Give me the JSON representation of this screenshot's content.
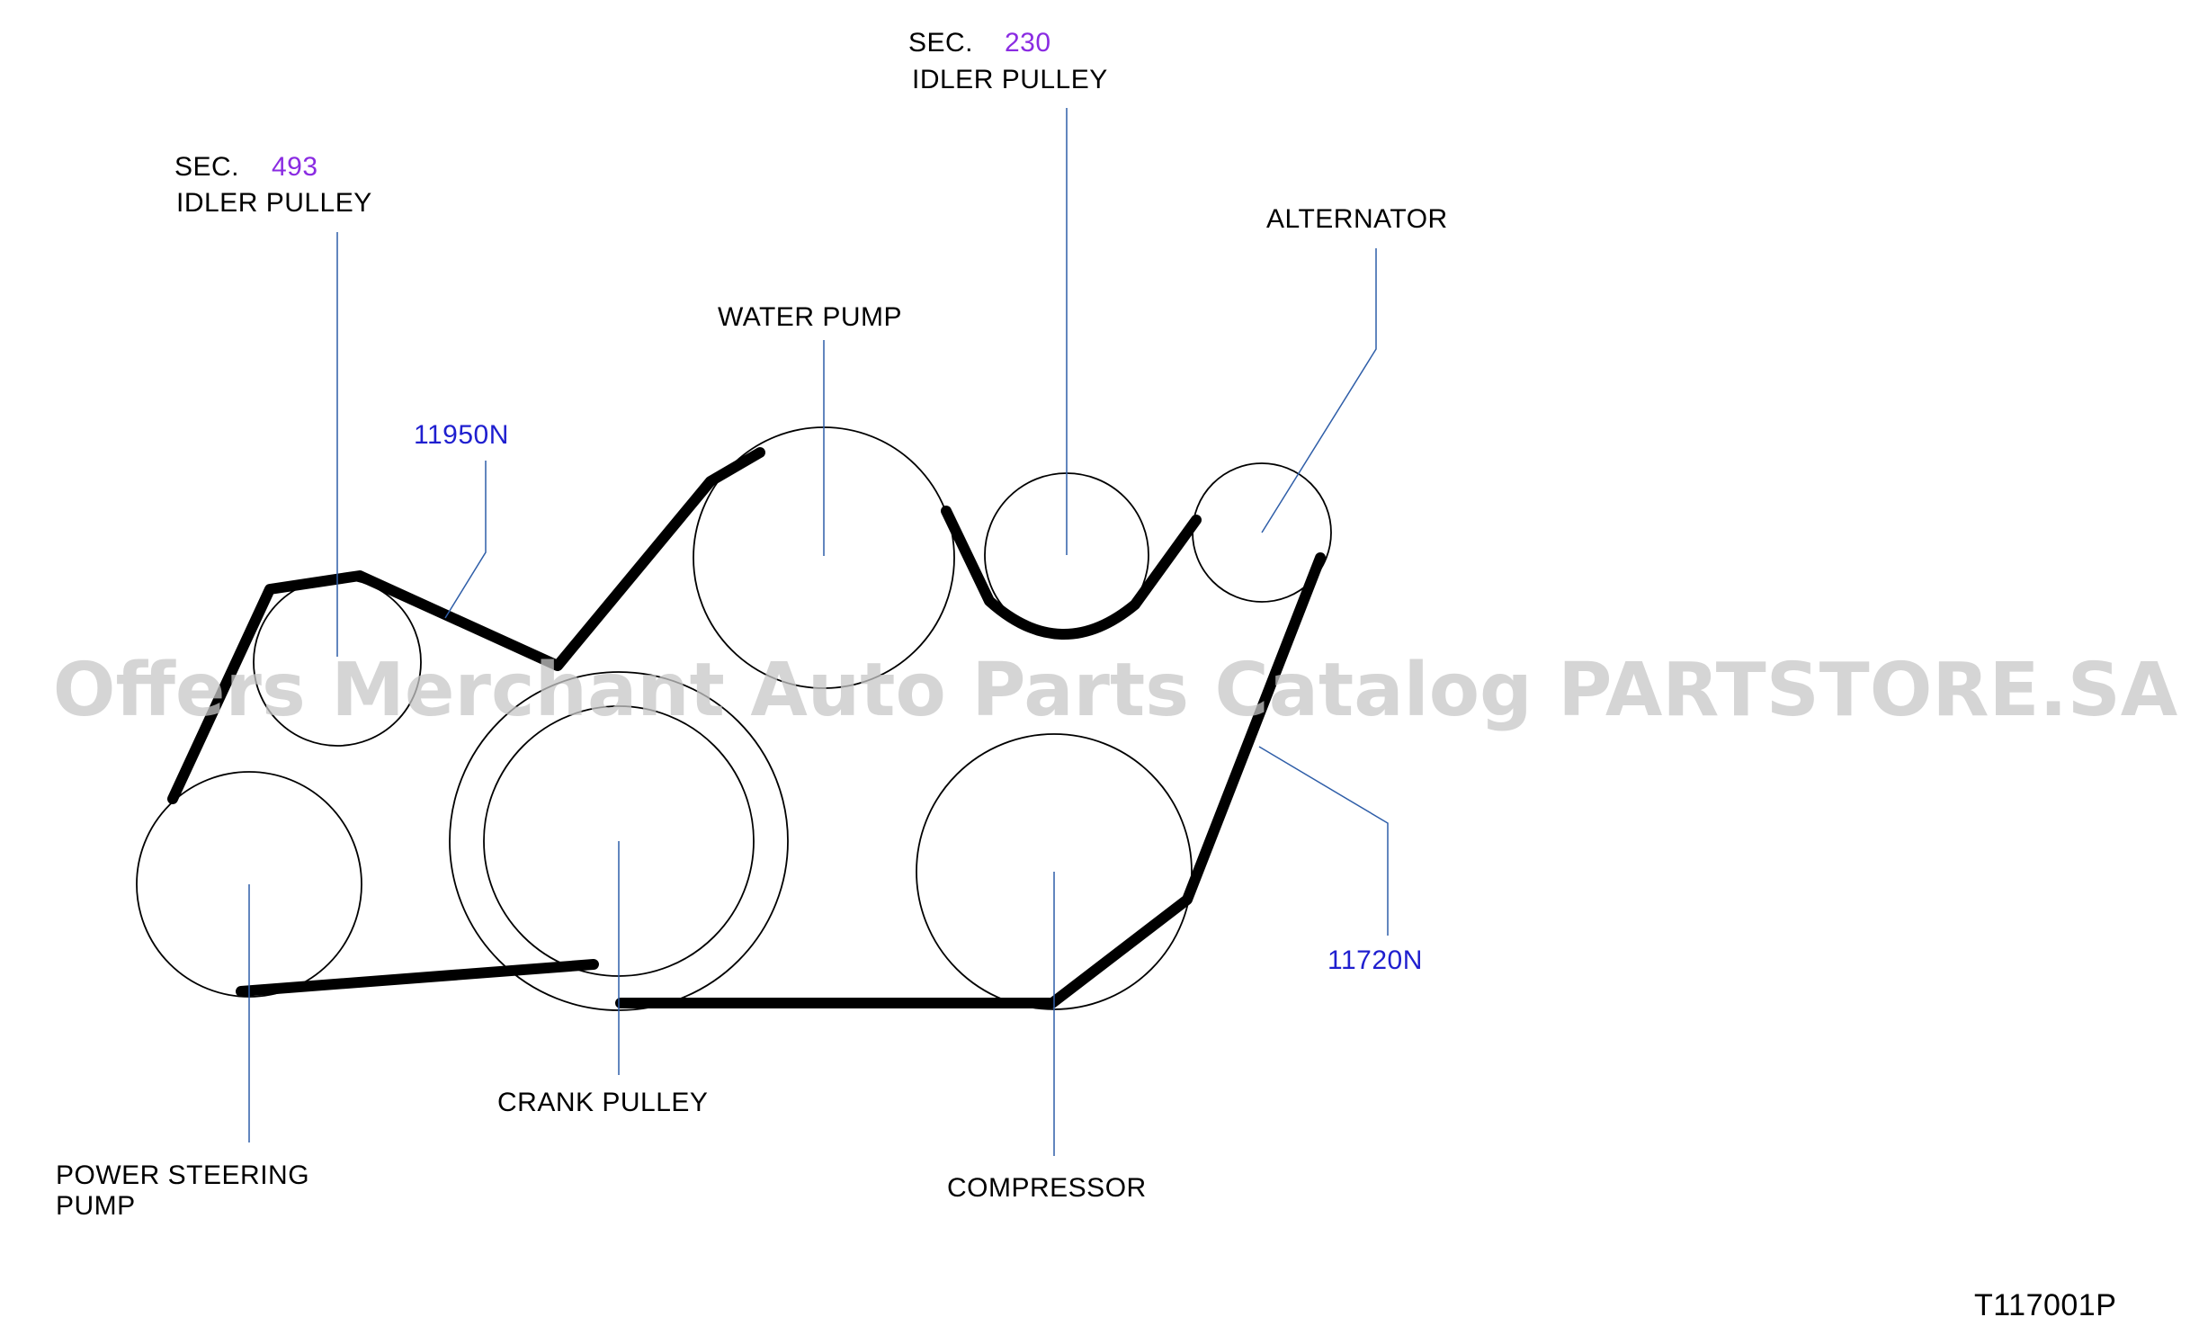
{
  "labels": {
    "sec_230": "SEC.",
    "sec_230_num": "230",
    "idler_230": "IDLER   PULLEY",
    "sec_493": "SEC.",
    "sec_493_num": "493",
    "idler_493": "IDLER   PULLEY",
    "alternator": "ALTERNATOR",
    "water_pump": "WATER   PUMP",
    "part_11950n": "11950N",
    "part_11720n": "11720N",
    "crank_pulley": "CRANK   PULLEY",
    "power_steering_line1": "POWER   STEERING",
    "power_steering_line2": "PUMP",
    "compressor": "COMPRESSOR"
  },
  "watermark": "Offers Merchant Auto Parts Catalog PARTSTORE.SA",
  "figure_code": "T117001P",
  "colors": {
    "part_number": "#1f1fcf",
    "section_number": "#8a2be2",
    "leader_line": "#2f5ea8",
    "belt": "#000000"
  }
}
